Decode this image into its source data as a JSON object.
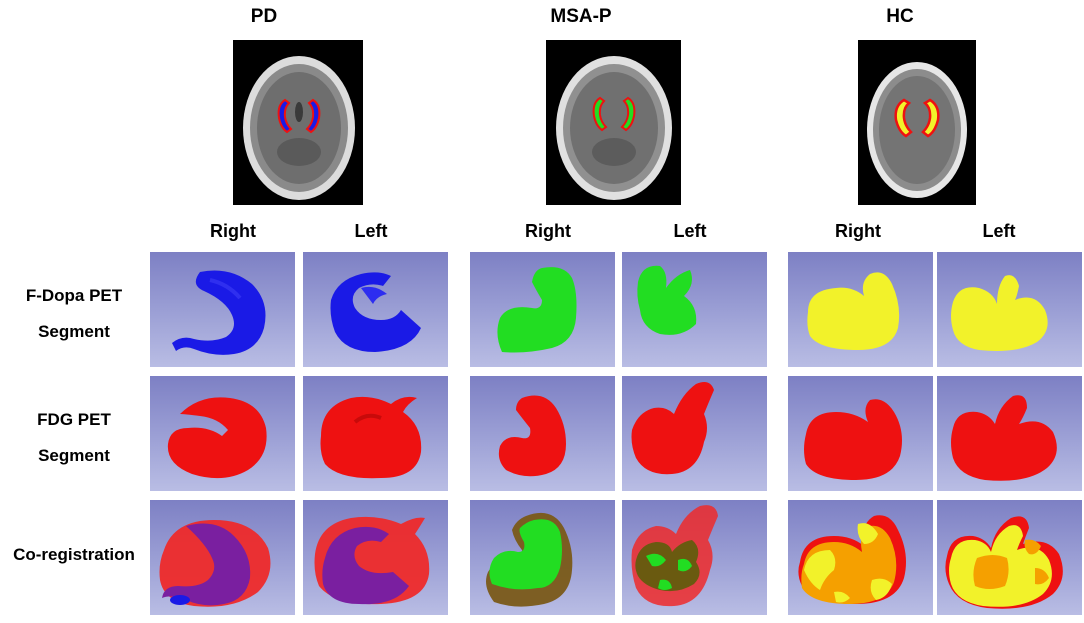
{
  "columns": [
    {
      "title": "PD",
      "left": "Right",
      "right": "Left"
    },
    {
      "title": "MSA-P",
      "left": "Right",
      "right": "Left"
    },
    {
      "title": "HC",
      "left": "Right",
      "right": "Left"
    }
  ],
  "rows": [
    {
      "line1": "F-Dopa PET",
      "line2": "Segment"
    },
    {
      "line1": "FDG PET",
      "line2": "Segment"
    },
    {
      "line1": "Co-registration",
      "line2": ""
    }
  ],
  "colors": {
    "panel_bg": "#8f93cf",
    "pd_fdopa": "#1a1ae6",
    "msa_fdopa": "#22dd22",
    "hc_fdopa": "#f2f22a",
    "fdg": "#ee1111",
    "pd_coreg_overlap": "#7a1fa0",
    "msa_coreg_overlap": "#6a5a10",
    "hc_coreg_overlap": "#f5a000"
  }
}
